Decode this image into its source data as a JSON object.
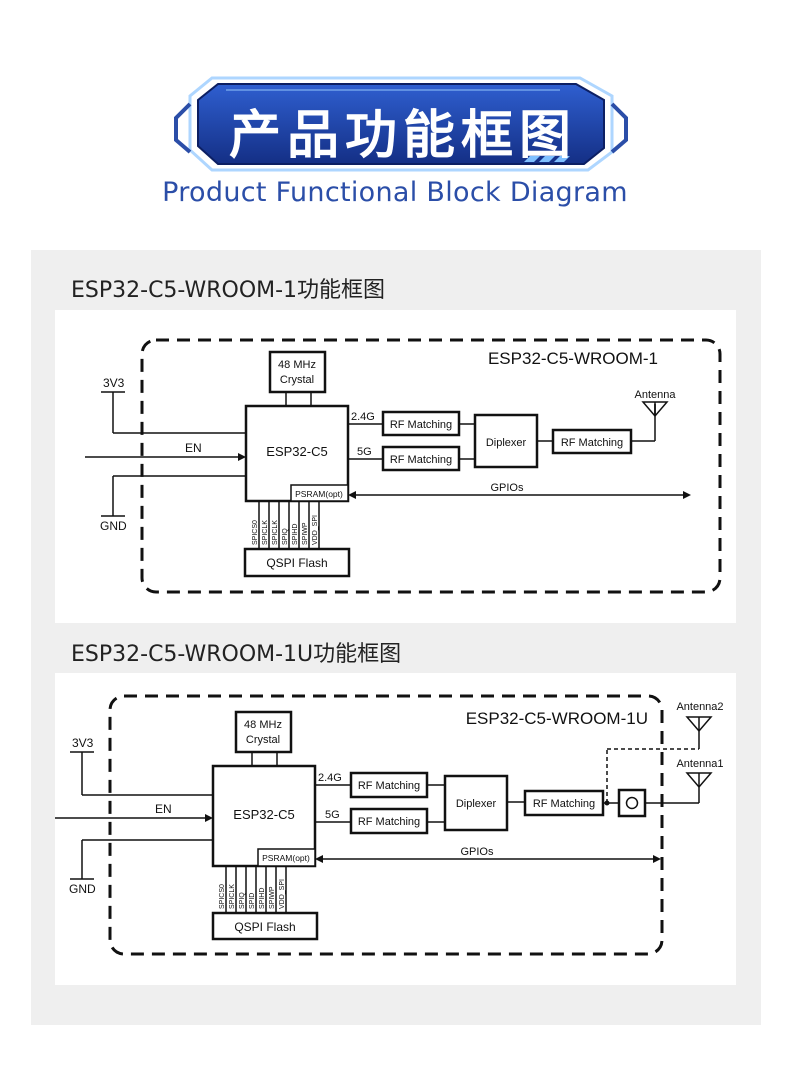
{
  "header": {
    "title_cn": "产品功能框图",
    "title_en": "Product Functional Block Diagram",
    "colors": {
      "banner": "#1d3d9a",
      "banner_dark": "#10276e",
      "accent": "#2b4ea8",
      "glow": "#5aa8ff"
    }
  },
  "sections": [
    {
      "title": "ESP32-C5-WROOM-1功能框图",
      "diagram": {
        "module_name": "ESP32-C5-WROOM-1",
        "crystal": [
          "48 MHz",
          "Crystal"
        ],
        "chip": "ESP32-C5",
        "psram": "PSRAM(opt)",
        "band_24": "2.4G",
        "band_5": "5G",
        "rf_matching_24": "RF Matching",
        "rf_matching_5": "RF Matching",
        "diplexer": "Diplexer",
        "rf_matching_out": "RF Matching",
        "antenna": "Antenna",
        "gpios": "GPIOs",
        "pin_3v3": "3V3",
        "pin_en": "EN",
        "pin_gnd": "GND",
        "flash": "QSPI Flash",
        "flash_pins": [
          "SPICS0",
          "SPICLK",
          "SPICLK",
          "SPIQ",
          "SPIHD",
          "SPIWP",
          "VDD_SPI"
        ]
      }
    },
    {
      "title": "ESP32-C5-WROOM-1U功能框图",
      "diagram": {
        "module_name": "ESP32-C5-WROOM-1U",
        "crystal": [
          "48 MHz",
          "Crystal"
        ],
        "chip": "ESP32-C5",
        "psram": "PSRAM(opt)",
        "band_24": "2.4G",
        "band_5": "5G",
        "rf_matching_24": "RF Matching",
        "rf_matching_5": "RF Matching",
        "diplexer": "Diplexer",
        "rf_matching_out": "RF Matching",
        "antenna2": "Antenna2",
        "antenna1": "Antenna1",
        "gpios": "GPIOs",
        "pin_3v3": "3V3",
        "pin_en": "EN",
        "pin_gnd": "GND",
        "flash": "QSPI Flash",
        "flash_pins": [
          "SPICS0",
          "SPICLK",
          "SPIQ",
          "SPID",
          "SPIHD",
          "SPIWP",
          "VDD_SPI"
        ]
      }
    }
  ]
}
